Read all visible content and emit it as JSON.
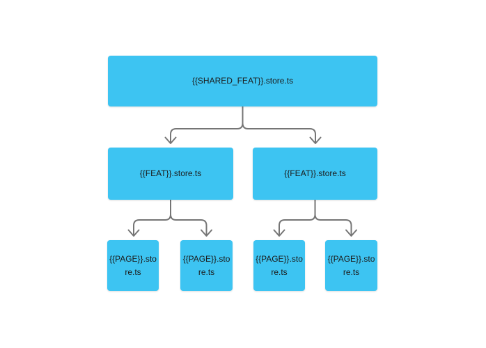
{
  "diagram": {
    "colors": {
      "background": "#ffffff",
      "node_fill": "#3dc4f2",
      "node_text": "#1b1b1b",
      "connector": "#757575"
    },
    "nodes": {
      "root": {
        "label": "{{SHARED_FEAT}}.store.ts"
      },
      "feat_left": {
        "label": "{{FEAT}}.store.ts"
      },
      "feat_right": {
        "label": "{{FEAT}}.store.ts"
      },
      "page_1": {
        "label": "{{PAGE}}.store.ts"
      },
      "page_2": {
        "label": "{{PAGE}}.store.ts"
      },
      "page_3": {
        "label": "{{PAGE}}.store.ts"
      },
      "page_4": {
        "label": "{{PAGE}}.store.ts"
      }
    },
    "edges": [
      {
        "from": "root",
        "to": "feat_left"
      },
      {
        "from": "root",
        "to": "feat_right"
      },
      {
        "from": "feat_left",
        "to": "page_1"
      },
      {
        "from": "feat_left",
        "to": "page_2"
      },
      {
        "from": "feat_right",
        "to": "page_3"
      },
      {
        "from": "feat_right",
        "to": "page_4"
      }
    ]
  }
}
